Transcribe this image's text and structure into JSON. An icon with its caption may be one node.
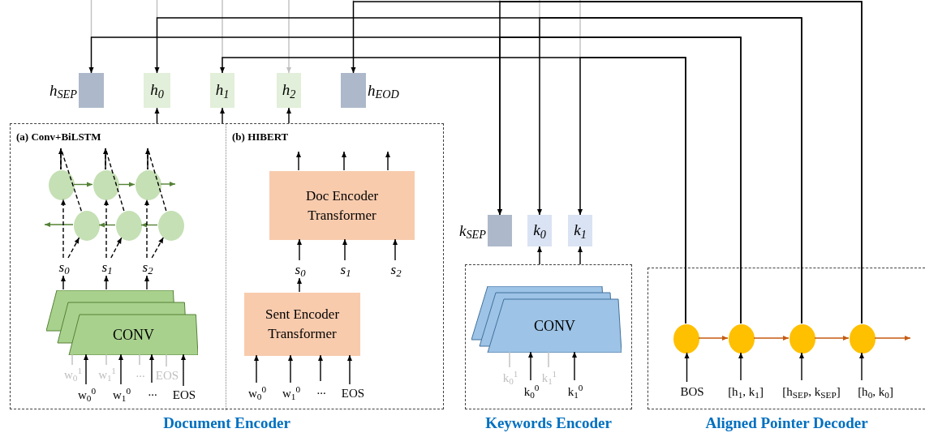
{
  "diagram": {
    "nodes": [
      {
        "text": [],
        "shape": "box",
        "beside": [
          "h$_{SEP}$"
        ]
      },
      {
        "text": [
          "h$_{0}$"
        ]
      },
      {
        "text": [
          "h$_{1}$"
        ]
      },
      {
        "text": [
          "h$_{2}$"
        ]
      },
      {
        "text": [],
        "shape": "box",
        "beside": [
          "h$_{EOD}$"
        ]
      },
      {
        "text": [
          "Document Encoder"
        ]
      },
      {
        "text": [
          "(a) Conv+BiLSTM"
        ],
        "in": 5
      },
      {
        "text": [
          "(b) HIBERT"
        ],
        "in": 5
      },
      {
        "text": [],
        "shape": "circle",
        "in": 6
      },
      {
        "text": [],
        "shape": "circle",
        "in": 6
      },
      {
        "text": [],
        "shape": "circle",
        "in": 6
      },
      {
        "text": [],
        "shape": "circle",
        "in": 6
      },
      {
        "text": [],
        "shape": "circle",
        "in": 6
      },
      {
        "text": [],
        "shape": "circle",
        "in": 6
      },
      {
        "text": [
          "s$_{0}$"
        ],
        "in": 6
      },
      {
        "text": [
          "s$_{1}$"
        ],
        "in": 6
      },
      {
        "text": [
          "s$_{2}$"
        ],
        "in": 6
      },
      {
        "text": [
          "CONV"
        ],
        "in": 6
      },
      {
        "text": [
          "w$_{0}$$^{1}$"
        ],
        "in": 6
      },
      {
        "text": [
          "w$_{1}$$^{1}$"
        ],
        "in": 6
      },
      {
        "text": [
          "..."
        ],
        "in": 6
      },
      {
        "text": [
          "EOS"
        ],
        "in": 6
      },
      {
        "text": [
          "w$_{0}$$^{0}$"
        ],
        "in": 6
      },
      {
        "text": [
          "w$_{1}$$^{0}$"
        ],
        "in": 6
      },
      {
        "text": [
          "..."
        ],
        "in": 6
      },
      {
        "text": [
          "EOS"
        ],
        "in": 6
      },
      {
        "text": [
          "Doc Encoder Transformer"
        ],
        "in": 7
      },
      {
        "text": [
          "s$_{0}$"
        ],
        "in": 7
      },
      {
        "text": [
          "s$_{1}$"
        ],
        "in": 7
      },
      {
        "text": [
          "s$_{2}$"
        ],
        "in": 7
      },
      {
        "text": [
          "Sent Encoder Transformer"
        ],
        "in": 7
      },
      {
        "text": [
          "w$_{0}$$^{0}$"
        ],
        "in": 7
      },
      {
        "text": [
          "w$_{1}$$^{0}$"
        ],
        "in": 7
      },
      {
        "text": [
          "..."
        ],
        "in": 7
      },
      {
        "text": [
          "EOS"
        ],
        "in": 7
      },
      {
        "text": [],
        "shape": "box",
        "beside": [
          "k$_{SEP}$"
        ]
      },
      {
        "text": [
          "k$_{0}$"
        ]
      },
      {
        "text": [
          "k$_{1}$"
        ]
      },
      {
        "text": [
          "Keywords Encoder"
        ]
      },
      {
        "text": [
          "CONV"
        ],
        "in": 38
      },
      {
        "text": [
          "k$_{0}$$^{1}$"
        ],
        "in": 38
      },
      {
        "text": [
          "k$_{0}$$^{0}$"
        ],
        "in": 38
      },
      {
        "text": [
          "k$_{1}$$^{1}$"
        ],
        "in": 38
      },
      {
        "text": [
          "k$_{1}$$^{0}$"
        ],
        "in": 38
      },
      {
        "text": [
          "Aligned Pointer Decoder"
        ]
      },
      {
        "text": [],
        "shape": "circle",
        "in": 44
      },
      {
        "text": [],
        "shape": "circle",
        "in": 44
      },
      {
        "text": [],
        "shape": "circle",
        "in": 44
      },
      {
        "text": [],
        "shape": "circle",
        "in": 44
      },
      {
        "text": [
          "BOS"
        ],
        "in": 44
      },
      {
        "text": [
          "[h$_{1}$, k$_{1}$]"
        ],
        "in": 44
      },
      {
        "text": [
          "[h$_{SEP}$, k$_{SEP}$]"
        ],
        "in": 44
      },
      {
        "text": [
          "[h$_{0}$, k$_{0}$]"
        ],
        "in": 44
      }
    ],
    "edges": [
      {
        "from": 5,
        "to": 1,
        "arrow": "to"
      },
      {
        "from": 5,
        "to": 2,
        "arrow": "to"
      },
      {
        "from": 5,
        "to": 3,
        "arrow": "to"
      },
      {
        "from": 17,
        "to": 14,
        "arrow": "to"
      },
      {
        "from": 17,
        "to": 15,
        "arrow": "to"
      },
      {
        "from": 17,
        "to": 16,
        "arrow": "to"
      },
      {
        "from": 18,
        "to": 17,
        "arrow": "none",
        "color": "#bfbfbf"
      },
      {
        "from": 19,
        "to": 17,
        "arrow": "none",
        "color": "#bfbfbf"
      },
      {
        "from": 20,
        "to": 17,
        "arrow": "none",
        "color": "#bfbfbf"
      },
      {
        "from": 21,
        "to": 17,
        "arrow": "none",
        "color": "#bfbfbf"
      },
      {
        "from": 22,
        "to": 17,
        "arrow": "to"
      },
      {
        "from": 23,
        "to": 17,
        "arrow": "to"
      },
      {
        "from": 24,
        "to": 17,
        "arrow": "to"
      },
      {
        "from": 25,
        "to": 17,
        "arrow": "to"
      },
      {
        "from": 14,
        "to": 8,
        "arrow": "to",
        "style": "dashed"
      },
      {
        "from": 15,
        "to": 9,
        "arrow": "to",
        "style": "dashed"
      },
      {
        "from": 16,
        "to": 10,
        "arrow": "to",
        "style": "dashed"
      },
      {
        "from": 14,
        "to": 11,
        "arrow": "to",
        "style": "dashed"
      },
      {
        "from": 15,
        "to": 12,
        "arrow": "to",
        "style": "dashed"
      },
      {
        "from": 16,
        "to": 13,
        "arrow": "to",
        "style": "dashed"
      },
      {
        "from": 11,
        "to": 8,
        "arrow": "none",
        "style": "dashed"
      },
      {
        "from": 12,
        "to": 9,
        "arrow": "none",
        "style": "dashed"
      },
      {
        "from": 13,
        "to": 10,
        "arrow": "none",
        "style": "dashed"
      },
      {
        "from": 8,
        "to": null,
        "arrow": "to"
      },
      {
        "from": 9,
        "to": null,
        "arrow": "to"
      },
      {
        "from": 10,
        "to": null,
        "arrow": "to"
      },
      {
        "from": 8,
        "to": 9,
        "arrow": "to",
        "color": "#548235"
      },
      {
        "from": 9,
        "to": 10,
        "arrow": "to",
        "color": "#548235"
      },
      {
        "from": 10,
        "to": null,
        "arrow": "to",
        "color": "#548235"
      },
      {
        "from": 13,
        "to": 12,
        "arrow": "to",
        "color": "#548235"
      },
      {
        "from": 12,
        "to": 11,
        "arrow": "to",
        "color": "#548235"
      },
      {
        "from": 11,
        "to": null,
        "arrow": "to",
        "color": "#548235"
      },
      {
        "from": 31,
        "to": 30,
        "arrow": "to"
      },
      {
        "from": 32,
        "to": 30,
        "arrow": "to"
      },
      {
        "from": 33,
        "to": 30,
        "arrow": "to"
      },
      {
        "from": 34,
        "to": 30,
        "arrow": "to"
      },
      {
        "from": 30,
        "to": 27,
        "arrow": "to"
      },
      {
        "from": 27,
        "to": 26,
        "arrow": "to"
      },
      {
        "from": 28,
        "to": 26,
        "arrow": "to"
      },
      {
        "from": 29,
        "to": 26,
        "arrow": "to"
      },
      {
        "from": 26,
        "to": null,
        "arrow": "to"
      },
      {
        "from": 26,
        "to": null,
        "arrow": "to"
      },
      {
        "from": 26,
        "to": null,
        "arrow": "to"
      },
      {
        "from": 40,
        "to": 39,
        "arrow": "none",
        "color": "#bfbfbf"
      },
      {
        "from": 41,
        "to": 39,
        "arrow": "to"
      },
      {
        "from": 42,
        "to": 39,
        "arrow": "none",
        "color": "#bfbfbf"
      },
      {
        "from": 43,
        "to": 39,
        "arrow": "to"
      },
      {
        "from": 38,
        "to": 36,
        "arrow": "to"
      },
      {
        "from": 38,
        "to": 37,
        "arrow": "to"
      },
      {
        "from": 49,
        "to": 45,
        "arrow": "to"
      },
      {
        "from": 50,
        "to": 46,
        "arrow": "to"
      },
      {
        "from": 51,
        "to": 47,
        "arrow": "to"
      },
      {
        "from": 52,
        "to": 48,
        "arrow": "to"
      },
      {
        "from": 45,
        "to": 46,
        "arrow": "to",
        "color": "#c55a11"
      },
      {
        "from": 46,
        "to": 47,
        "arrow": "to",
        "color": "#c55a11"
      },
      {
        "from": 47,
        "to": 48,
        "arrow": "to",
        "color": "#c55a11"
      },
      {
        "from": 48,
        "to": null,
        "arrow": "to",
        "color": "#c55a11"
      },
      {
        "from": 45,
        "to": 2,
        "arrow": "to"
      },
      {
        "from": 45,
        "to": 37,
        "arrow": "to"
      },
      {
        "from": 46,
        "to": 0,
        "arrow": "to"
      },
      {
        "from": 46,
        "to": 35,
        "arrow": "to"
      },
      {
        "from": 47,
        "to": 1,
        "arrow": "to"
      },
      {
        "from": 47,
        "to": 36,
        "arrow": "to"
      },
      {
        "from": 48,
        "to": 4,
        "arrow": "to"
      },
      {
        "from": 48,
        "to": 35,
        "arrow": "to"
      },
      {
        "from": null,
        "to": 0,
        "arrow": "to",
        "color": "#bfbfbf"
      },
      {
        "from": null,
        "to": 1,
        "arrow": "to",
        "color": "#bfbfbf"
      },
      {
        "from": null,
        "to": 2,
        "arrow": "to",
        "color": "#bfbfbf"
      },
      {
        "from": null,
        "to": 3,
        "arrow": "to",
        "color": "#bfbfbf"
      },
      {
        "from": null,
        "to": 4,
        "arrow": "to",
        "color": "#bfbfbf"
      },
      {
        "from": null,
        "to": 35,
        "arrow": "to",
        "color": "#bfbfbf"
      },
      {
        "from": null,
        "to": 36,
        "arrow": "to",
        "color": "#bfbfbf"
      },
      {
        "from": null,
        "to": 37,
        "arrow": "to",
        "color": "#bfbfbf"
      }
    ]
  }
}
